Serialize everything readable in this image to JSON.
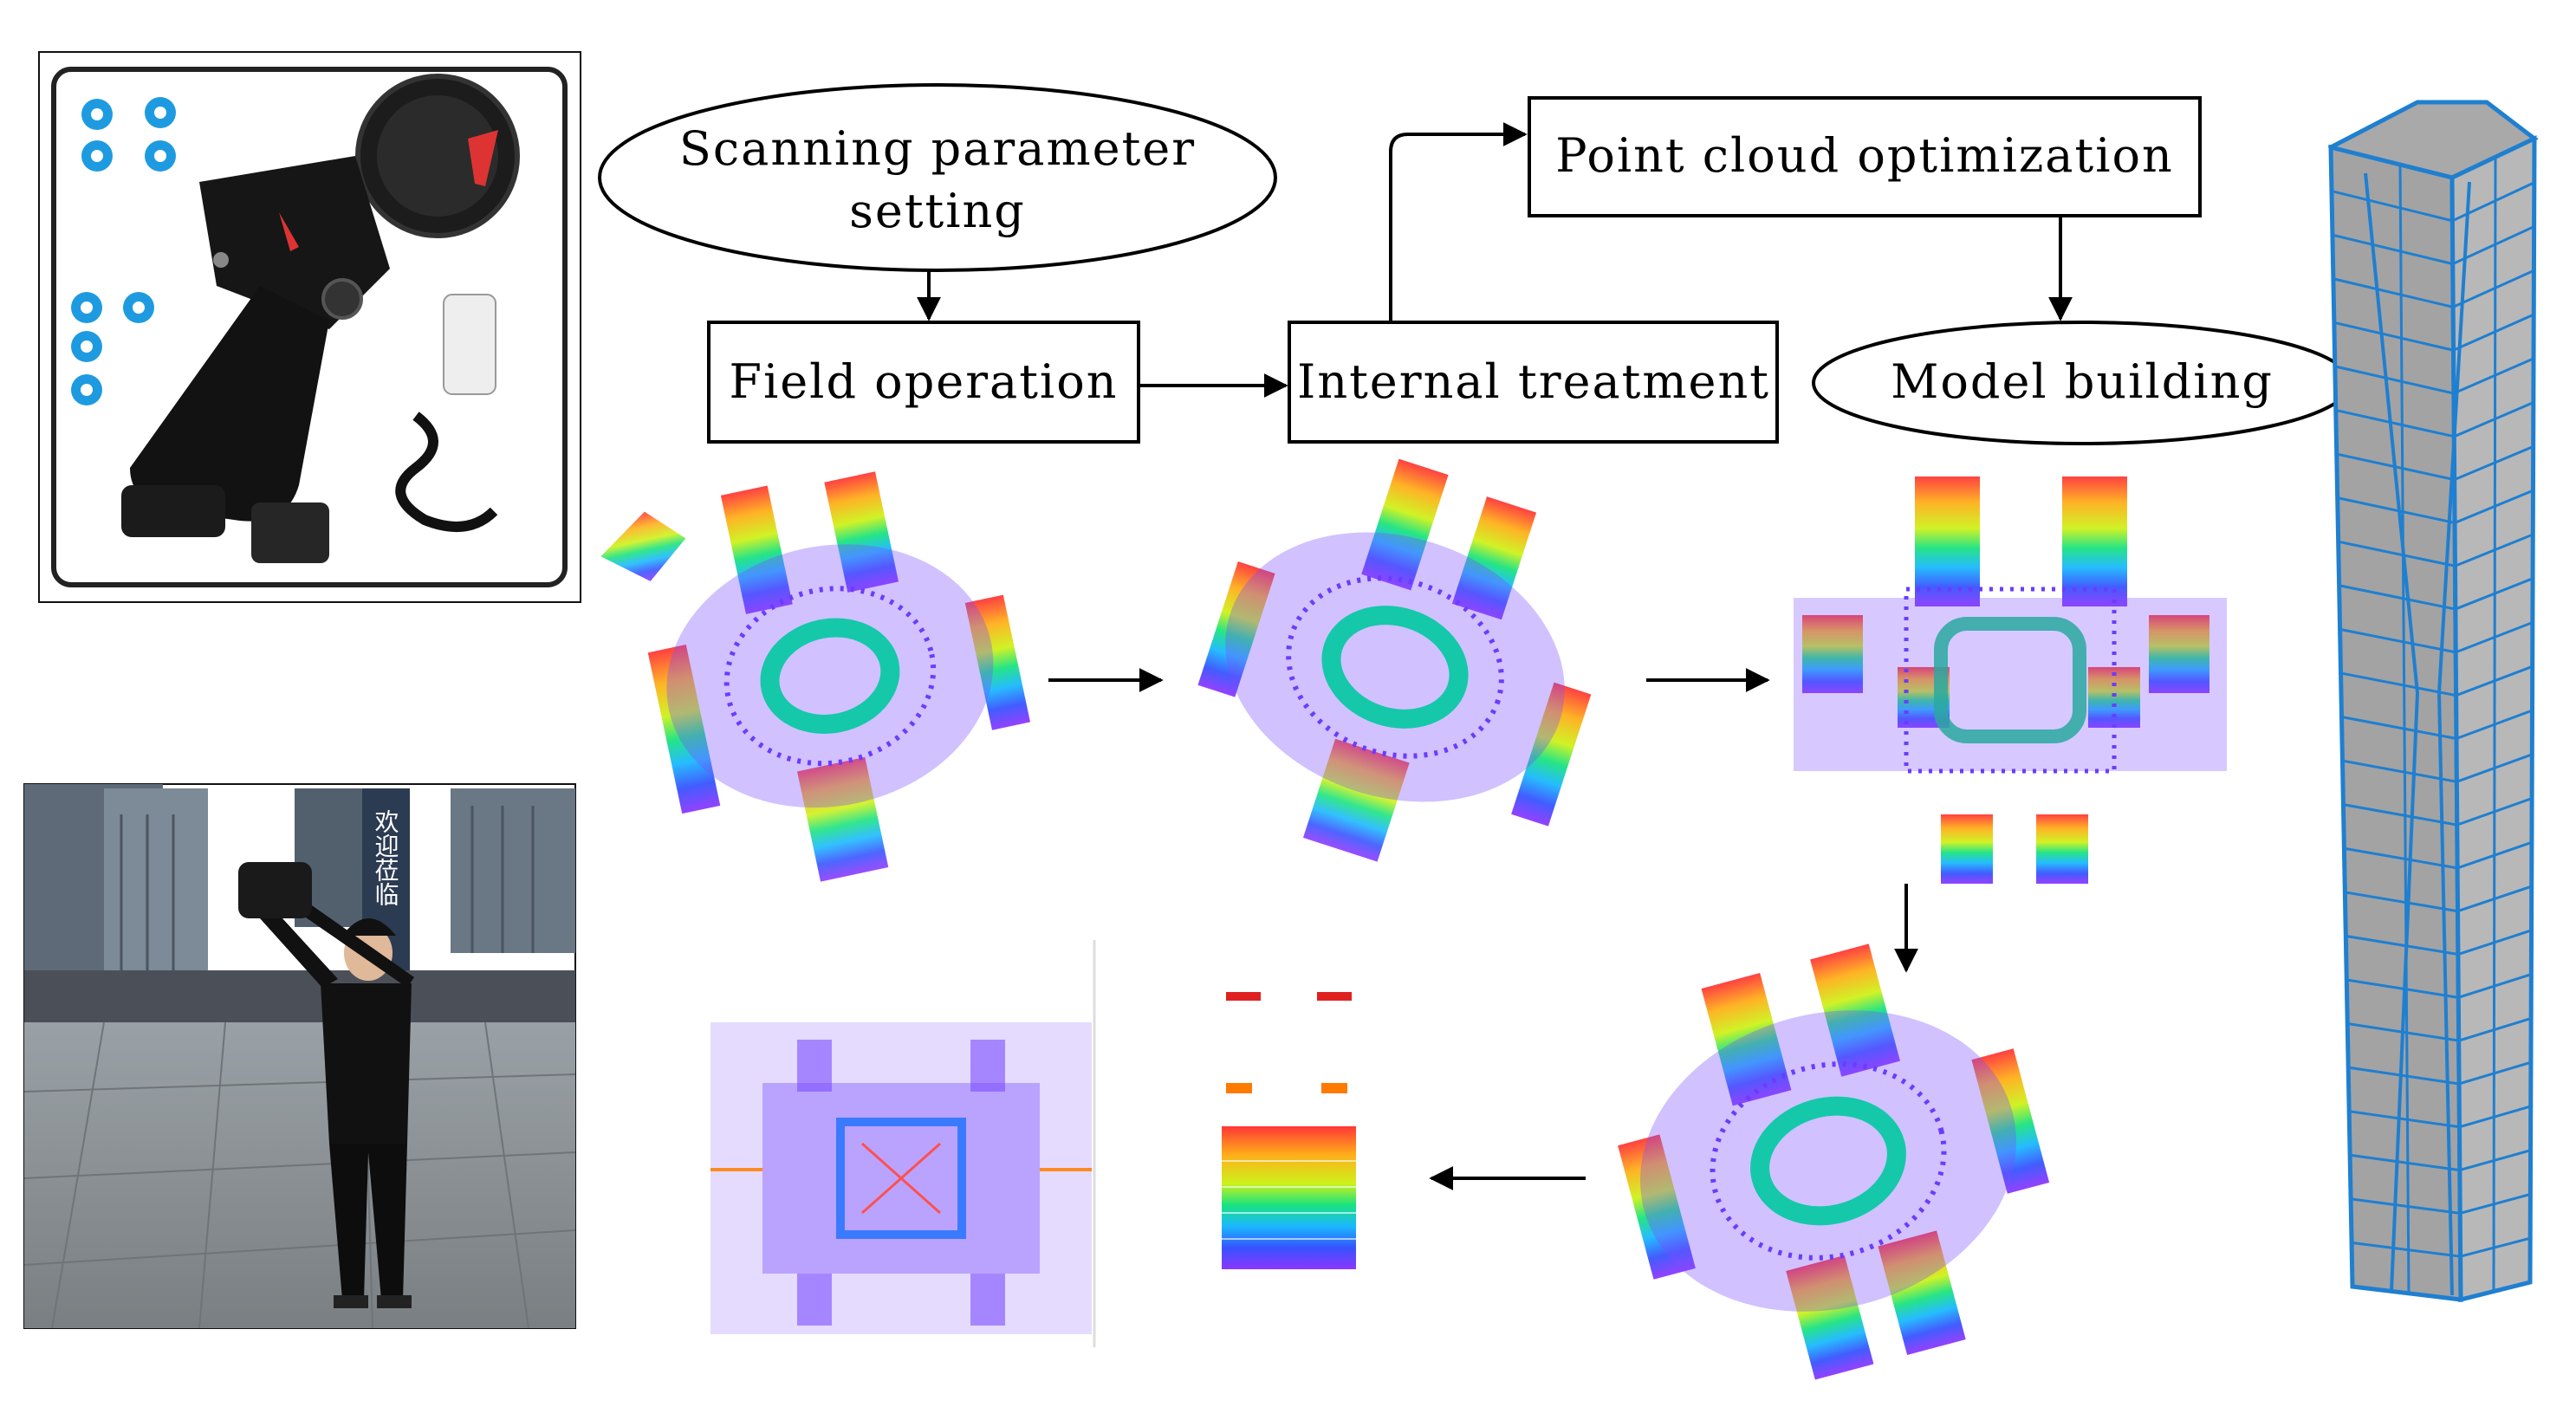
{
  "flowchart": {
    "scanning_parameter_setting": [
      "Scanning parameter",
      "setting"
    ],
    "field_operation": "Field operation",
    "internal_treatment": "Internal treatment",
    "point_cloud_optimization": "Point cloud optimization",
    "model_building": "Model building"
  },
  "photos": {
    "scanner_case": "handheld laser scanner in foam carrying case",
    "field_scanning": "operator scanning outdoors with handheld scanner",
    "sign_text": "欢迎莅临"
  },
  "point_clouds": [
    "point-cloud-raw",
    "point-cloud-rotated",
    "point-cloud-aligned",
    "point-cloud-optimized",
    "point-cloud-side-view",
    "point-cloud-top-view"
  ],
  "model": "3d-building-model",
  "colors": {
    "scanner_blue": "#1e9be0",
    "model_face": "#a9a9a9",
    "model_edge": "#1f7fd0",
    "photo_bg": "#3b3b3b"
  }
}
